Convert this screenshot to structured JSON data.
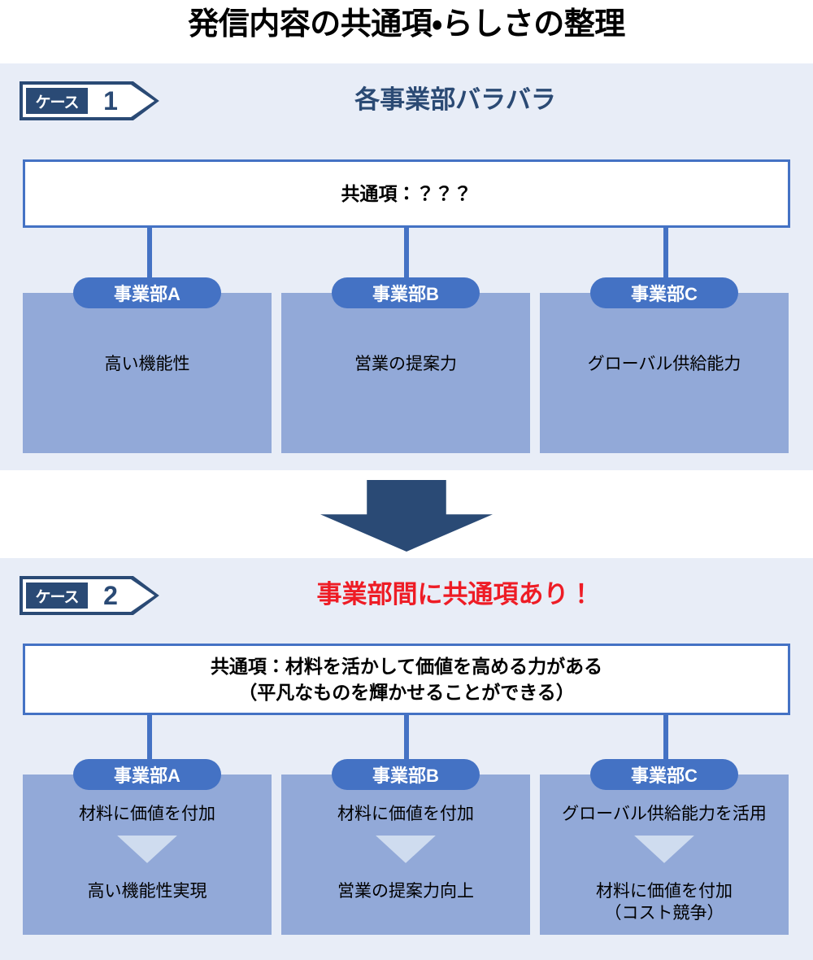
{
  "page": {
    "title": "発信内容の共通項・らしさの整理"
  },
  "colors": {
    "panel_background": "#e8edf7",
    "accent_blue": "#4472c4",
    "dept_body_blue": "#92a9d8",
    "navy": "#2a4a75",
    "heading_navy": "#2b4a74",
    "alert_red": "#ee1c25",
    "chevron_light": "#cfdcef"
  },
  "sections": [
    {
      "badge": {
        "tag": "ケース",
        "number": "1"
      },
      "heading": "各事業部バラバラ",
      "heading_color": "navy",
      "common": {
        "line1": "共通項：？？？",
        "line2": ""
      },
      "departments": [
        {
          "pill": "事業部A",
          "text_top": "高い機能性",
          "has_chevron": false,
          "text_bottom": "",
          "text_bottom_sub": ""
        },
        {
          "pill": "事業部B",
          "text_top": "営業の提案力",
          "has_chevron": false,
          "text_bottom": "",
          "text_bottom_sub": ""
        },
        {
          "pill": "事業部C",
          "text_top": "グローバル供給能力",
          "has_chevron": false,
          "text_bottom": "",
          "text_bottom_sub": ""
        }
      ]
    },
    {
      "badge": {
        "tag": "ケース",
        "number": "2"
      },
      "heading": "事業部間に共通項あり！",
      "heading_color": "red",
      "common": {
        "line1": "共通項：材料を活かして価値を高める力がある",
        "line2": "（平凡なものを輝かせることができる）"
      },
      "departments": [
        {
          "pill": "事業部A",
          "text_top": "材料に価値を付加",
          "has_chevron": true,
          "text_bottom": "高い機能性実現",
          "text_bottom_sub": ""
        },
        {
          "pill": "事業部B",
          "text_top": "材料に価値を付加",
          "has_chevron": true,
          "text_bottom": "営業の提案力向上",
          "text_bottom_sub": ""
        },
        {
          "pill": "事業部C",
          "text_top": "グローバル供給能力を活用",
          "has_chevron": true,
          "text_bottom": "材料に価値を付加",
          "text_bottom_sub": "（コスト競争）"
        }
      ]
    }
  ],
  "transition": {
    "arrow_icon": "down-arrow-icon"
  }
}
